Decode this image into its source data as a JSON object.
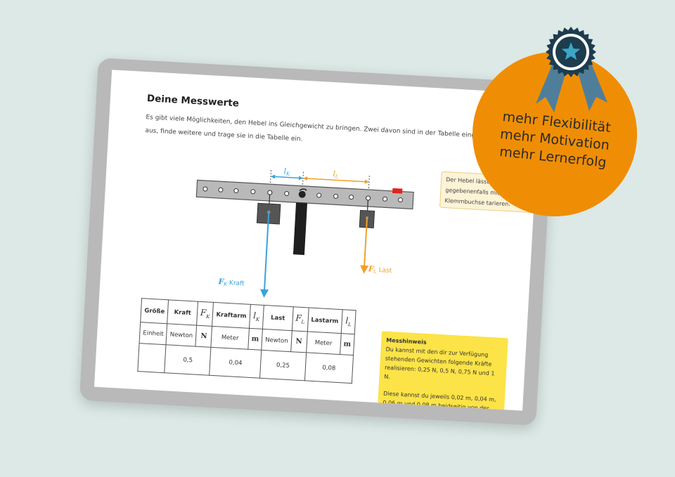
{
  "worksheet": {
    "title": "Deine Messwerte",
    "intro_line1": "Es gibt viele Möglichkeiten, den Hebel ins Gleichgewicht zu bringen. Zwei davon sind in der Tabelle eingetragen. Pr",
    "intro_line2": "aus, finde weitere und trage sie in die Tabelle ein."
  },
  "diagram": {
    "lk_label": "l",
    "lk_sub": "K",
    "ll_label": "l",
    "ll_sub": "L",
    "fk_symbol": "F",
    "fk_sub": "K",
    "fk_text": "Kraft",
    "fl_symbol": "F",
    "fl_sub": "L",
    "fl_text": "Last",
    "colors": {
      "kraft": "#3ba3d8",
      "last": "#f0a02b",
      "tare_marker": "#e2231a",
      "beam": "#b9b9b9"
    }
  },
  "tooltip": {
    "line1": "Der Hebel lässt sich",
    "line2": "gegebenenfalls mit ein",
    "line3": "Klemmbuchse tarieren."
  },
  "table": {
    "row_header": "Größe",
    "row_unit": "Einheit",
    "cols": [
      {
        "name": "Kraft",
        "unit": "Newton"
      },
      {
        "symbol": "F",
        "sub": "K",
        "unit": "N"
      },
      {
        "name": "Kraftarm",
        "unit": "Meter"
      },
      {
        "symbol": "l",
        "sub": "K",
        "unit": "m"
      },
      {
        "name": "Last",
        "unit": "Newton"
      },
      {
        "symbol": "F",
        "sub": "L",
        "unit": "N"
      },
      {
        "name": "Lastarm",
        "unit": "Meter"
      },
      {
        "symbol": "l",
        "sub": "L",
        "unit": "m"
      }
    ],
    "row1": {
      "kraft": "0,5",
      "kraftarm": "0,04",
      "last": "0,25",
      "lastarm": "0,08"
    }
  },
  "note": {
    "title": "Messhinweis",
    "p1": "Du kannst mit den dir zur Verfügung stehenden Gewichten folgende Kräfte realisieren: 0,25 N, 0,5 N, 0,75 N und 1 N.",
    "p2": "Diese kannst du jeweils 0,02 m, 0,04 m, 0,06 m und 0,08 m beidseitig von der"
  },
  "badge": {
    "line1": "mehr Flexibilität",
    "line2": "mehr Motivation",
    "line3": "mehr Lernerfolg",
    "icon": "star-ribbon-icon",
    "colors": {
      "circle": "#ef8e04",
      "ribbon": "#4f7e9b",
      "star": "#3aa7c9"
    }
  }
}
